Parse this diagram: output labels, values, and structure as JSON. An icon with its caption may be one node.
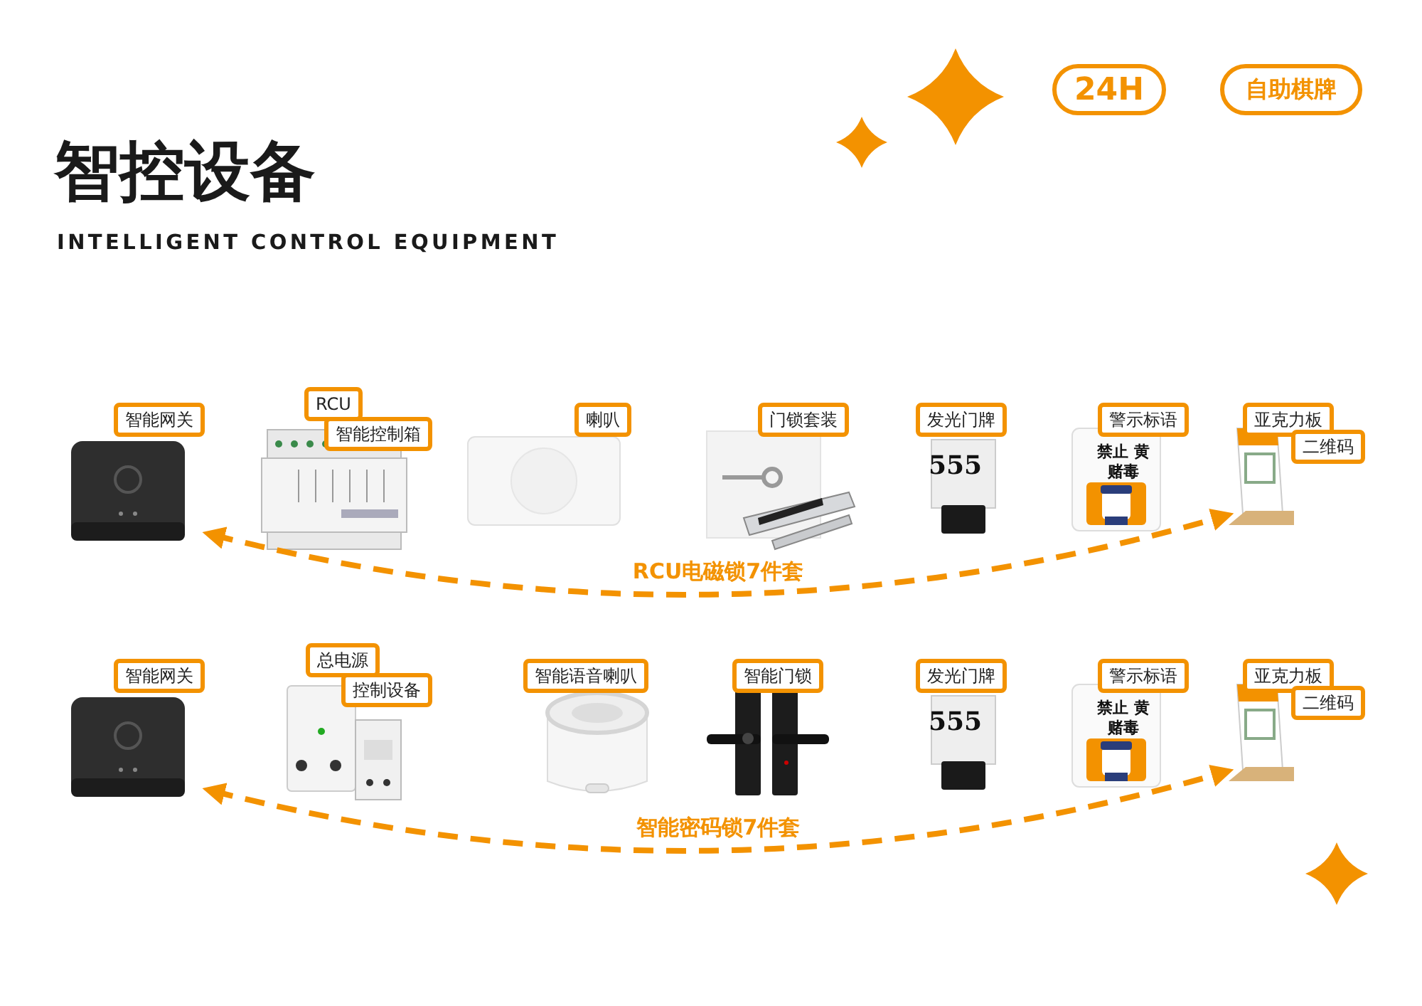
{
  "diagram": {
    "title": "智控设备",
    "nodes": [
      {
        "text": [
          "24H"
        ]
      },
      {
        "text": [
          "自助棋牌"
        ]
      },
      {
        "text": [
          "智能网关"
        ]
      },
      {
        "text": [
          "RCU",
          "智能控制箱"
        ]
      },
      {
        "text": [
          "喇叭"
        ]
      },
      {
        "text": [
          "门锁套装"
        ]
      },
      {
        "text": [
          "发光门牌"
        ]
      },
      {
        "text": [
          "警示标语"
        ]
      },
      {
        "text": [
          "亚克力板",
          "二维码"
        ]
      },
      {
        "text": [
          "智能网关"
        ]
      },
      {
        "text": [
          "总电源",
          "控制设备"
        ]
      },
      {
        "text": [
          "智能语音喇叭"
        ]
      },
      {
        "text": [
          "智能门锁"
        ]
      },
      {
        "text": [
          "发光门牌"
        ]
      },
      {
        "text": [
          "警示标语"
        ]
      },
      {
        "text": [
          "亚克力板",
          "二维码"
        ]
      }
    ],
    "edges": [
      {
        "from": 2,
        "to": 8,
        "arrow": "both",
        "style": "dashed",
        "label": "RCU电磁锁7件套"
      },
      {
        "from": 9,
        "to": 15,
        "arrow": "both",
        "style": "dashed",
        "label": "智能密码锁7件套"
      }
    ],
    "labels": [
      "INTELLIGENT CONTROL EQUIPMENT",
      "555",
      "禁止 黄赌毒",
      "555",
      "禁止 黄赌毒"
    ]
  }
}
